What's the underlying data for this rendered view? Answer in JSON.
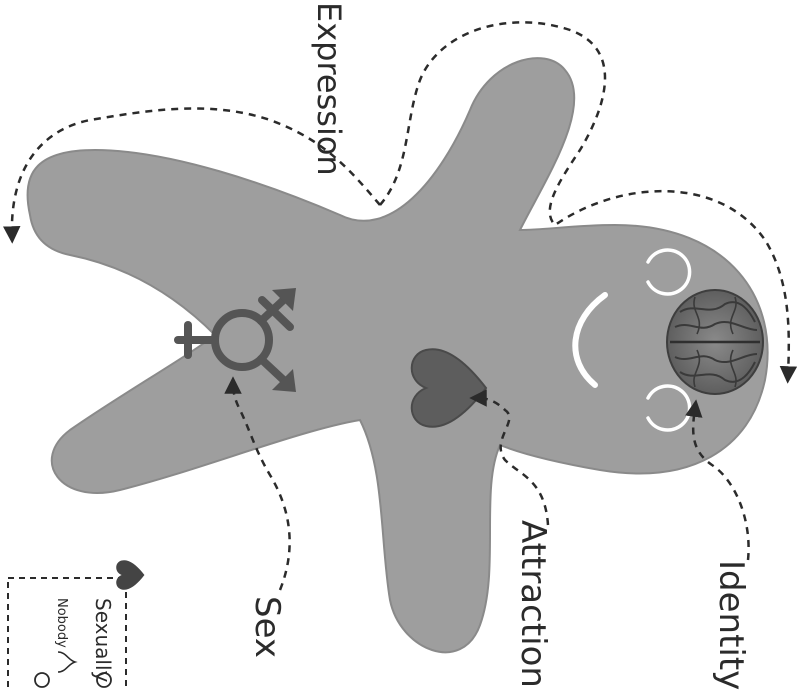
{
  "labels": {
    "expression": "Expression",
    "identity": "Identity",
    "attraction": "Attraction",
    "sex": "Sex"
  },
  "legend": {
    "sexually": "Sexually",
    "nobody": "Nobody"
  },
  "colors": {
    "body": "#9e9e9e",
    "body_outline": "#8a8a8a",
    "dark": "#444444",
    "heart": "#5d5d5d",
    "text": "#2b2b2b"
  },
  "icons": [
    "brain-icon",
    "heart-icon",
    "transgender-symbol-icon",
    "eye-icon",
    "mouth-icon"
  ]
}
